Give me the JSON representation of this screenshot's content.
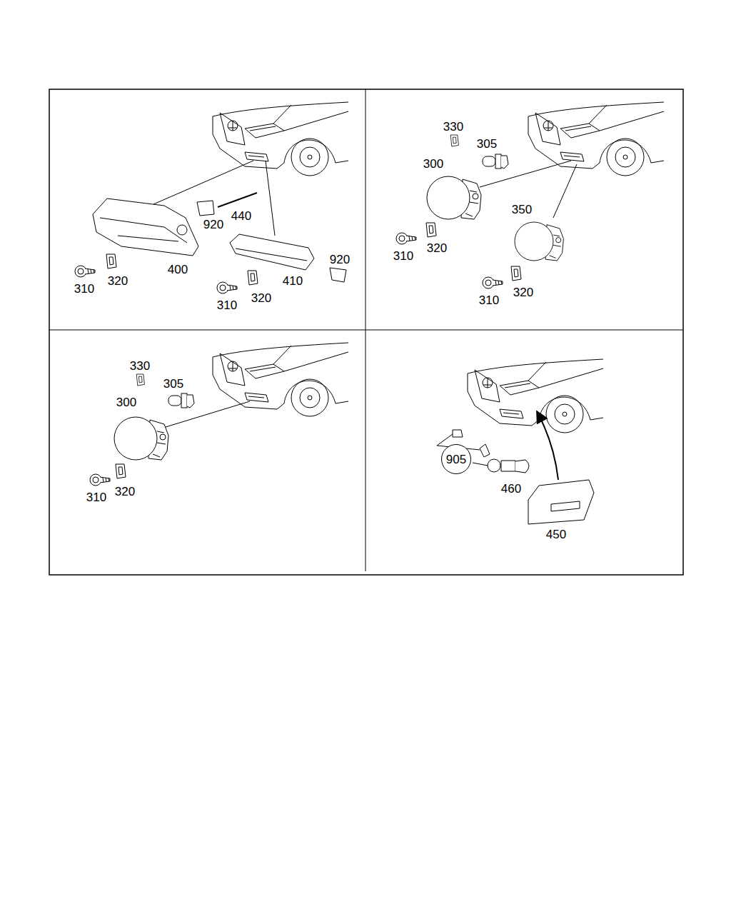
{
  "diagram": {
    "nodes": [
      {
        "text": [
          "905"
        ]
      }
    ],
    "labels": [
      "920",
      "440",
      "920",
      "400",
      "410",
      "310",
      "320",
      "310",
      "320",
      "330",
      "305",
      "300",
      "350",
      "310",
      "320",
      "310",
      "320",
      "330",
      "305",
      "300",
      "310",
      "320",
      "460",
      "450"
    ]
  }
}
